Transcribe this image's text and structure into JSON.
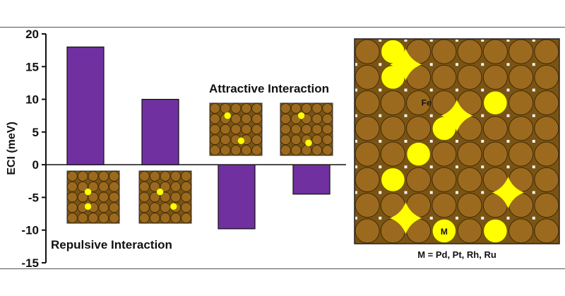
{
  "chart_data": {
    "type": "bar",
    "ylabel": "ECI (meV)",
    "ylim": [
      -15,
      20
    ],
    "yticks": [
      20,
      15,
      10,
      5,
      0,
      -5,
      -10,
      -15
    ],
    "values": [
      18,
      10,
      -9.8,
      -4.5
    ],
    "bar_color": "#7030a0",
    "annotations": {
      "repulsive": "Repulsive Interaction",
      "attractive": "Attractive Interaction"
    }
  },
  "structure": {
    "fe_label": "Fe",
    "m_label": "M",
    "caption": "M = Pd, Pt, Rh, Ru",
    "colors": {
      "fe": "#9c6a1e",
      "background": "#7a5414",
      "dopant": "#ffff00"
    }
  }
}
